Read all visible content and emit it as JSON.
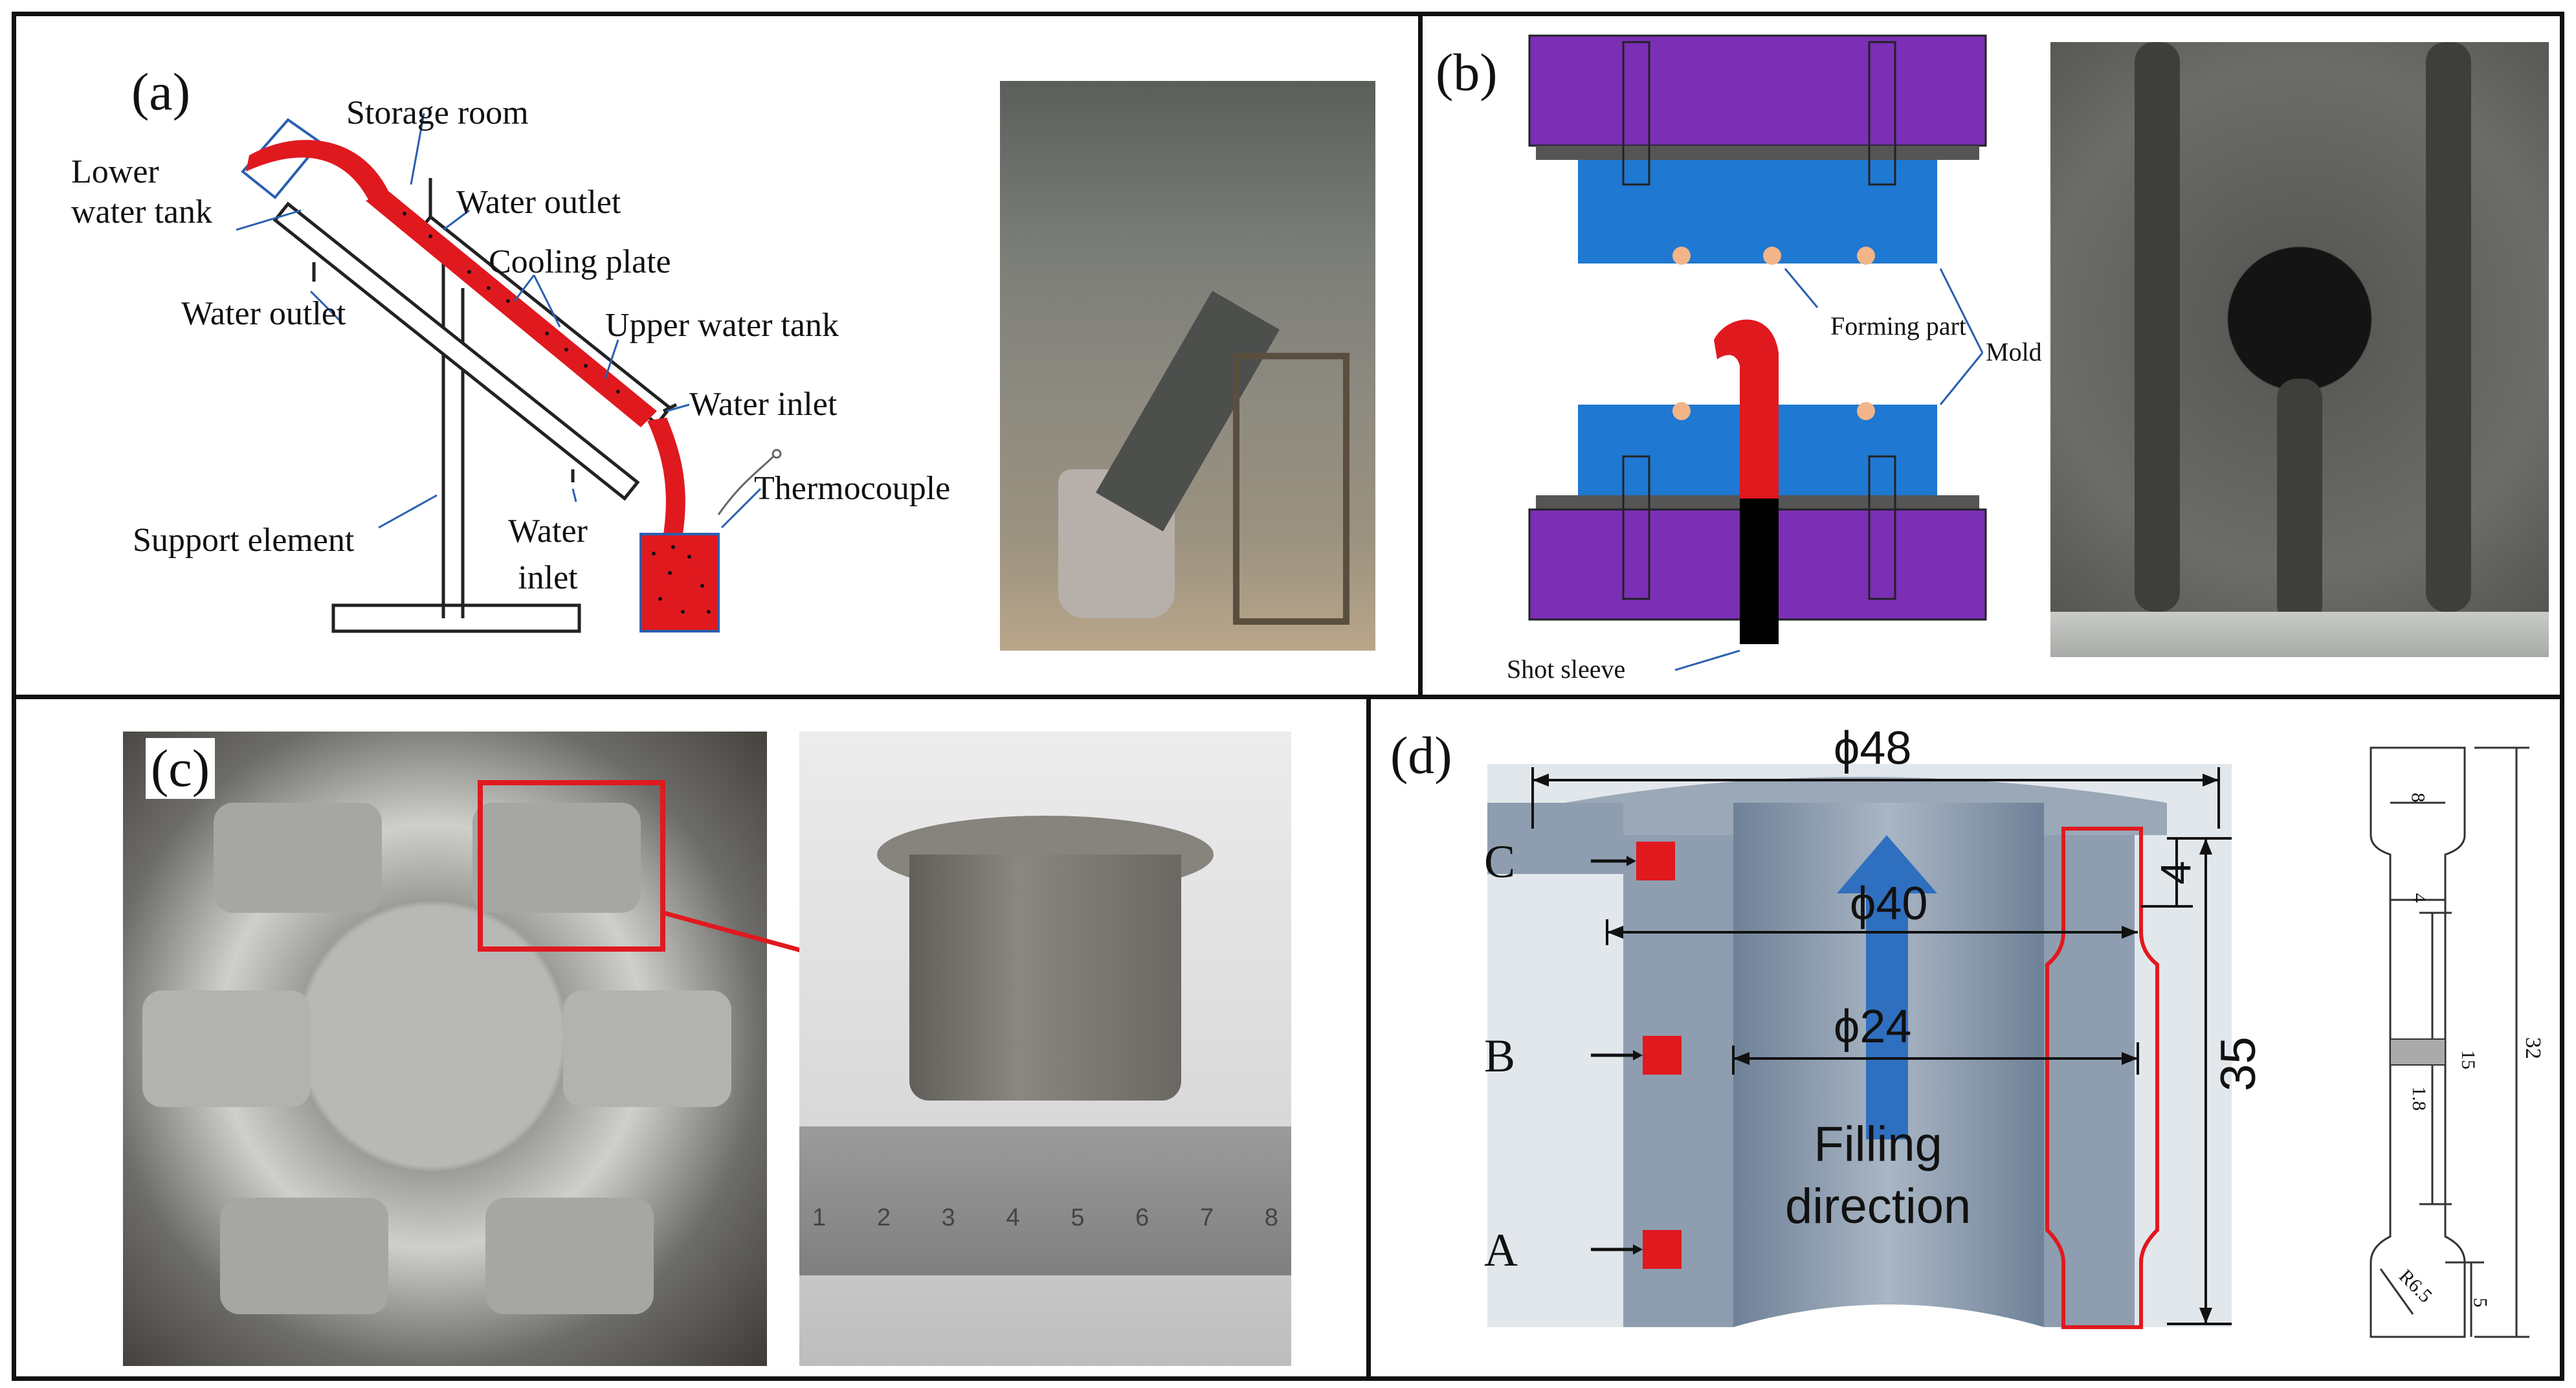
{
  "panels": {
    "a": {
      "tag": "(a)",
      "labels": {
        "storage_room": "Storage room",
        "lower_water_tank": "Lower\nwater tank",
        "water_outlet_top": "Water outlet",
        "cooling_plate": "Cooling plate",
        "water_outlet_left": "Water outlet",
        "upper_water_tank": "Upper water tank",
        "water_inlet_right": "Water inlet",
        "thermocouple": "Thermocouple",
        "support_element": "Support element",
        "water_inlet_bottom": "Water\ninlet"
      }
    },
    "b": {
      "tag": "(b)",
      "labels": {
        "forming_part": "Forming part",
        "mold": "Mold",
        "shot_sleeve": "Shot sleeve"
      }
    },
    "c": {
      "tag": "(c)",
      "ruler_numbers": [
        "1",
        "2",
        "3",
        "4",
        "5",
        "6",
        "7",
        "8"
      ]
    },
    "d": {
      "tag": "(d)",
      "dimensions": {
        "phi48": "ϕ48",
        "phi40": "ϕ40",
        "phi24": "ϕ24",
        "h4": "4",
        "h35": "35"
      },
      "sample_points": [
        "C",
        "B",
        "A"
      ],
      "filling_direction": "Filling\ndirection",
      "specimen_dims": {
        "w8": "8",
        "w4": "4",
        "l15": "15",
        "t18": "1.8",
        "l32": "32",
        "r65": "R6.5",
        "l5": "5"
      }
    }
  },
  "colors": {
    "melt_red": "#e0191f",
    "mold_purple": "#7b2fb5",
    "mold_blue": "#1f78d1",
    "arrow_blue": "#2f6fbf",
    "casting_grey": "#8e9eb0"
  }
}
